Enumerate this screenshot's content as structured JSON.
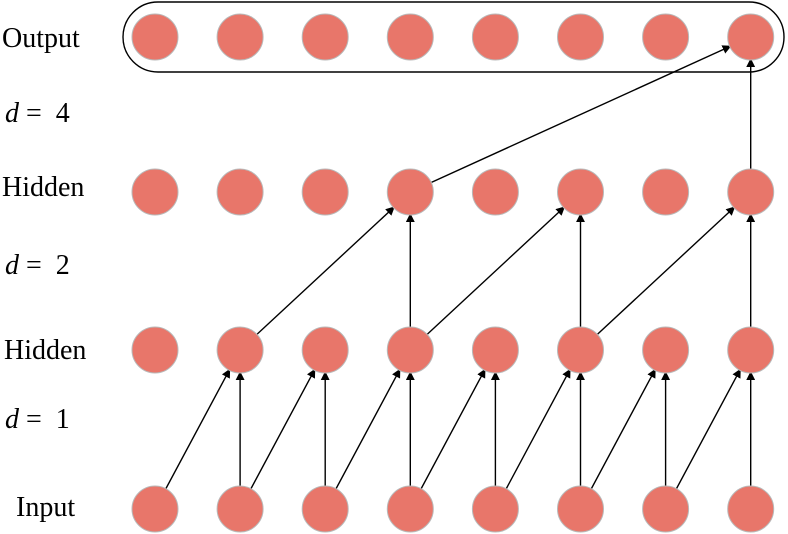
{
  "layers": [
    {
      "id": "output",
      "label": "Output",
      "neurons": 8
    },
    {
      "id": "hidden2",
      "label": "Hidden",
      "neurons": 8
    },
    {
      "id": "hidden1",
      "label": "Hidden",
      "neurons": 8
    },
    {
      "id": "input",
      "label": "Input",
      "neurons": 8
    }
  ],
  "dilations": [
    {
      "variable": "d",
      "rest": " =  4"
    },
    {
      "variable": "d",
      "rest": " =  2"
    },
    {
      "variable": "d",
      "rest": " =  1"
    }
  ],
  "edges": [
    {
      "from": [
        "input",
        0
      ],
      "to": [
        "hidden1",
        1
      ]
    },
    {
      "from": [
        "input",
        1
      ],
      "to": [
        "hidden1",
        1
      ]
    },
    {
      "from": [
        "input",
        1
      ],
      "to": [
        "hidden1",
        2
      ]
    },
    {
      "from": [
        "input",
        2
      ],
      "to": [
        "hidden1",
        2
      ]
    },
    {
      "from": [
        "input",
        2
      ],
      "to": [
        "hidden1",
        3
      ]
    },
    {
      "from": [
        "input",
        3
      ],
      "to": [
        "hidden1",
        3
      ]
    },
    {
      "from": [
        "input",
        3
      ],
      "to": [
        "hidden1",
        4
      ]
    },
    {
      "from": [
        "input",
        4
      ],
      "to": [
        "hidden1",
        4
      ]
    },
    {
      "from": [
        "input",
        4
      ],
      "to": [
        "hidden1",
        5
      ]
    },
    {
      "from": [
        "input",
        5
      ],
      "to": [
        "hidden1",
        5
      ]
    },
    {
      "from": [
        "input",
        5
      ],
      "to": [
        "hidden1",
        6
      ]
    },
    {
      "from": [
        "input",
        6
      ],
      "to": [
        "hidden1",
        6
      ]
    },
    {
      "from": [
        "input",
        6
      ],
      "to": [
        "hidden1",
        7
      ]
    },
    {
      "from": [
        "input",
        7
      ],
      "to": [
        "hidden1",
        7
      ]
    },
    {
      "from": [
        "hidden1",
        1
      ],
      "to": [
        "hidden2",
        3
      ]
    },
    {
      "from": [
        "hidden1",
        3
      ],
      "to": [
        "hidden2",
        3
      ]
    },
    {
      "from": [
        "hidden1",
        3
      ],
      "to": [
        "hidden2",
        5
      ]
    },
    {
      "from": [
        "hidden1",
        5
      ],
      "to": [
        "hidden2",
        5
      ]
    },
    {
      "from": [
        "hidden1",
        5
      ],
      "to": [
        "hidden2",
        7
      ]
    },
    {
      "from": [
        "hidden1",
        7
      ],
      "to": [
        "hidden2",
        7
      ]
    },
    {
      "from": [
        "hidden2",
        3
      ],
      "to": [
        "output",
        7
      ]
    },
    {
      "from": [
        "hidden2",
        7
      ],
      "to": [
        "output",
        7
      ]
    }
  ],
  "colors": {
    "neuron_fill": "#e8766a",
    "neuron_stroke": "#b9b9b9",
    "edge": "#000000",
    "text": "#000000"
  },
  "output_highlighted": true
}
